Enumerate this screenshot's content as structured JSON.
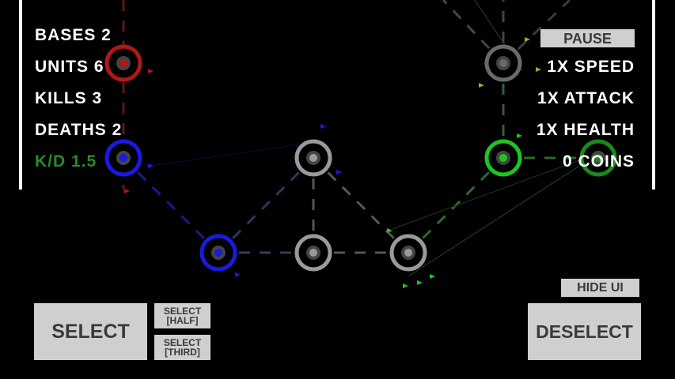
{
  "stats": {
    "bases": "BASES 2",
    "units": "UNITS 6",
    "kills": "KILLS 3",
    "deaths": "DEATHS 2",
    "kd": "K/D 1.5"
  },
  "modifiers": {
    "speed": "1X SPEED",
    "attack": "1X ATTACK",
    "health": "1X HEALTH",
    "coins": "0 COINS"
  },
  "buttons": {
    "pause": "PAUSE",
    "hide_ui": "HIDE UI",
    "select": "SELECT",
    "select_half": "SELECT [HALF]",
    "select_third": "SELECT [THIRD]",
    "deselect": "DESELECT"
  },
  "colors": {
    "red": "#b01818",
    "blue": "#1a1ae0",
    "green": "#1fc41f",
    "neutral": "#9a9a9a",
    "kd": "#2a8a2a"
  }
}
